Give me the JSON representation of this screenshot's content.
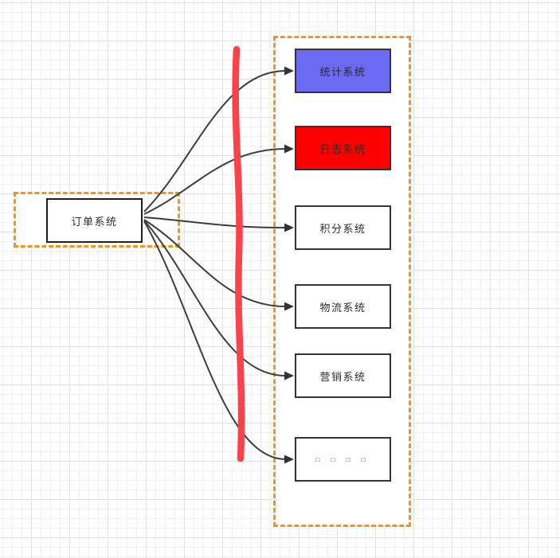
{
  "diagram": {
    "source": {
      "label": "订单系统",
      "fill": "#ffffff",
      "border_color": "#1f1f1f"
    },
    "targets": [
      {
        "label": "统计系统",
        "fill": "#6c6af2"
      },
      {
        "label": "日志系统",
        "fill": "#fe0000"
      },
      {
        "label": "积分系统",
        "fill": "#ffffff"
      },
      {
        "label": "物流系统",
        "fill": "#ffffff"
      },
      {
        "label": "营销系统",
        "fill": "#ffffff"
      },
      {
        "label": "□ □ □ □",
        "fill": "#ffffff"
      }
    ],
    "groups": {
      "border_color": "#f6921e",
      "border_style": "dashed",
      "fill": "#ffffff"
    },
    "connectors": {
      "count": 6,
      "color": "#3d3d3d",
      "arrowhead_color": "#333333"
    },
    "marker_line": {
      "color": "#f8434b",
      "orientation": "vertical"
    },
    "canvas": {
      "grid_minor_color": "#f1f1f1",
      "grid_major_color": "#e2e2e2",
      "background": "#ffffff"
    }
  }
}
